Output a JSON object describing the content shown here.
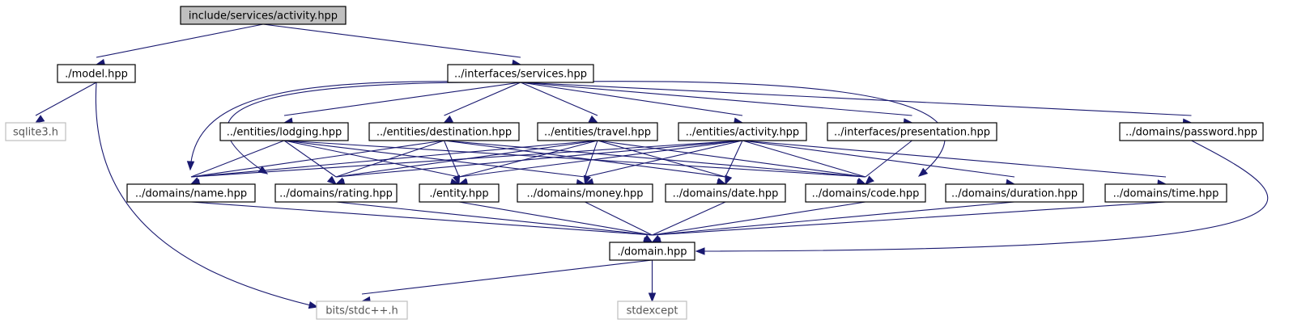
{
  "title": "include/services/activity.hpp",
  "nodes": [
    {
      "id": "activity_svc",
      "label": "include/services/activity.hpp",
      "kind": "root"
    },
    {
      "id": "model",
      "label": "./model.hpp",
      "kind": "file"
    },
    {
      "id": "iservices",
      "label": "../interfaces/services.hpp",
      "kind": "file"
    },
    {
      "id": "sqlite",
      "label": "sqlite3.h",
      "kind": "external"
    },
    {
      "id": "lodging",
      "label": "../entities/lodging.hpp",
      "kind": "file"
    },
    {
      "id": "destination",
      "label": "../entities/destination.hpp",
      "kind": "file"
    },
    {
      "id": "travel",
      "label": "../entities/travel.hpp",
      "kind": "file"
    },
    {
      "id": "activity_ent",
      "label": "../entities/activity.hpp",
      "kind": "file"
    },
    {
      "id": "presentation",
      "label": "../interfaces/presentation.hpp",
      "kind": "file"
    },
    {
      "id": "password",
      "label": "../domains/password.hpp",
      "kind": "file"
    },
    {
      "id": "name",
      "label": "../domains/name.hpp",
      "kind": "file"
    },
    {
      "id": "rating",
      "label": "../domains/rating.hpp",
      "kind": "file"
    },
    {
      "id": "entity",
      "label": "./entity.hpp",
      "kind": "file"
    },
    {
      "id": "money",
      "label": "../domains/money.hpp",
      "kind": "file"
    },
    {
      "id": "date",
      "label": "../domains/date.hpp",
      "kind": "file"
    },
    {
      "id": "code",
      "label": "../domains/code.hpp",
      "kind": "file"
    },
    {
      "id": "duration",
      "label": "../domains/duration.hpp",
      "kind": "file"
    },
    {
      "id": "time",
      "label": "../domains/time.hpp",
      "kind": "file"
    },
    {
      "id": "domain",
      "label": "./domain.hpp",
      "kind": "file"
    },
    {
      "id": "stdcpp",
      "label": "bits/stdc++.h",
      "kind": "external"
    },
    {
      "id": "stdexcept",
      "label": "stdexcept",
      "kind": "external"
    }
  ],
  "edges": [
    [
      "activity_svc",
      "model"
    ],
    [
      "activity_svc",
      "iservices"
    ],
    [
      "model",
      "sqlite"
    ],
    [
      "model",
      "stdcpp"
    ],
    [
      "iservices",
      "lodging"
    ],
    [
      "iservices",
      "destination"
    ],
    [
      "iservices",
      "travel"
    ],
    [
      "iservices",
      "activity_ent"
    ],
    [
      "iservices",
      "presentation"
    ],
    [
      "iservices",
      "password"
    ],
    [
      "iservices",
      "name"
    ],
    [
      "iservices",
      "rating"
    ],
    [
      "iservices",
      "code"
    ],
    [
      "lodging",
      "name"
    ],
    [
      "lodging",
      "rating"
    ],
    [
      "lodging",
      "entity"
    ],
    [
      "lodging",
      "money"
    ],
    [
      "lodging",
      "code"
    ],
    [
      "destination",
      "name"
    ],
    [
      "destination",
      "rating"
    ],
    [
      "destination",
      "entity"
    ],
    [
      "destination",
      "date"
    ],
    [
      "destination",
      "code"
    ],
    [
      "travel",
      "name"
    ],
    [
      "travel",
      "rating"
    ],
    [
      "travel",
      "entity"
    ],
    [
      "travel",
      "money"
    ],
    [
      "travel",
      "date"
    ],
    [
      "travel",
      "code"
    ],
    [
      "activity_ent",
      "name"
    ],
    [
      "activity_ent",
      "rating"
    ],
    [
      "activity_ent",
      "entity"
    ],
    [
      "activity_ent",
      "money"
    ],
    [
      "activity_ent",
      "date"
    ],
    [
      "activity_ent",
      "code"
    ],
    [
      "activity_ent",
      "duration"
    ],
    [
      "activity_ent",
      "time"
    ],
    [
      "presentation",
      "code"
    ],
    [
      "password",
      "domain"
    ],
    [
      "name",
      "domain"
    ],
    [
      "rating",
      "domain"
    ],
    [
      "entity",
      "domain"
    ],
    [
      "money",
      "domain"
    ],
    [
      "date",
      "domain"
    ],
    [
      "code",
      "domain"
    ],
    [
      "duration",
      "domain"
    ],
    [
      "time",
      "domain"
    ],
    [
      "domain",
      "stdcpp"
    ],
    [
      "domain",
      "stdexcept"
    ]
  ],
  "colors": {
    "edge": "#191970",
    "root_fill": "#bfbfbf",
    "node_border": "#000000",
    "external_border": "#bfbfbf"
  }
}
